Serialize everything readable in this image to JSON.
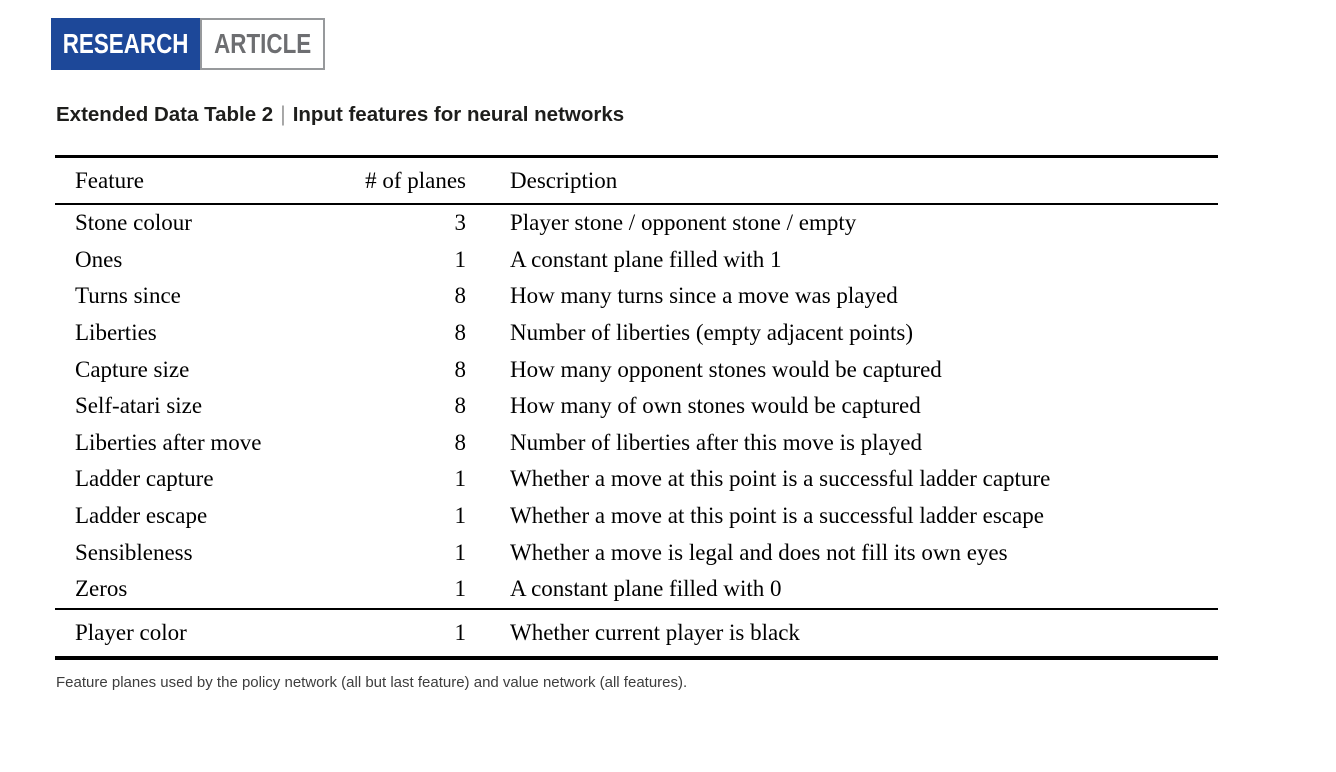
{
  "badge": {
    "research": "RESEARCH",
    "article": "ARTICLE"
  },
  "title": {
    "label": "Extended Data Table 2",
    "separator": "|",
    "subtitle": "Input features for neural networks"
  },
  "table": {
    "columns": {
      "feature": "Feature",
      "planes": "# of planes",
      "description": "Description"
    },
    "rows": [
      {
        "feature": "Stone colour",
        "planes": "3",
        "description": "Player stone / opponent stone / empty"
      },
      {
        "feature": "Ones",
        "planes": "1",
        "description": "A constant plane filled with 1"
      },
      {
        "feature": "Turns since",
        "planes": "8",
        "description": "How many turns since a move was played"
      },
      {
        "feature": "Liberties",
        "planes": "8",
        "description": "Number of liberties (empty adjacent points)"
      },
      {
        "feature": "Capture size",
        "planes": "8",
        "description": "How many opponent stones would be captured"
      },
      {
        "feature": "Self-atari size",
        "planes": "8",
        "description": "How many of own stones would be captured"
      },
      {
        "feature": "Liberties after move",
        "planes": "8",
        "description": "Number of liberties after this move is played"
      },
      {
        "feature": "Ladder capture",
        "planes": "1",
        "description": "Whether a move at this point is a successful ladder capture"
      },
      {
        "feature": "Ladder escape",
        "planes": "1",
        "description": "Whether a move at this point is a successful ladder escape"
      },
      {
        "feature": "Sensibleness",
        "planes": "1",
        "description": "Whether a move is legal and does not fill its own eyes"
      },
      {
        "feature": "Zeros",
        "planes": "1",
        "description": "A constant plane filled with 0"
      }
    ],
    "last_row": {
      "feature": "Player color",
      "planes": "1",
      "description": "Whether current player is black"
    }
  },
  "footnote": "Feature planes used by the policy network (all but last feature) and value network (all features).",
  "colors": {
    "badge_blue": "#1d4899",
    "badge_research_text": "#ffffff",
    "article_text_gray": "#6d6e71",
    "article_border_gray": "#97999c",
    "rule_black": "#000000",
    "title_text": "#1e1e1c",
    "footnote_gray": "#3d3d3d"
  }
}
